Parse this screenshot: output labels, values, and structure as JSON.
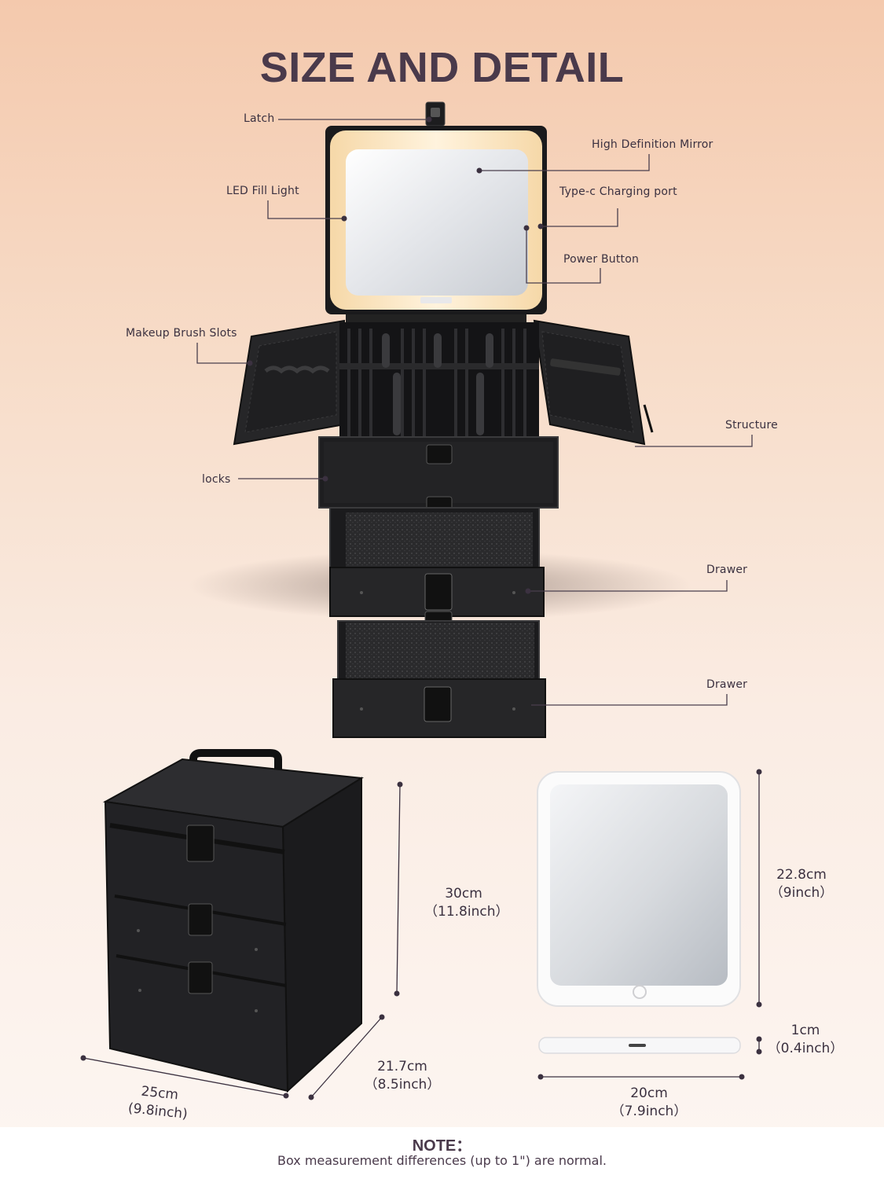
{
  "title": "SIZE AND DETAIL",
  "callouts": {
    "latch": "Latch",
    "hd_mirror": "High Definition Mirror",
    "led_fill_light": "LED Fill Light",
    "type_c": "Type-c Charging port",
    "power_button": "Power Button",
    "brush_slots": "Makeup Brush Slots",
    "structure": "Structure",
    "locks": "locks",
    "drawer_1": "Drawer",
    "drawer_2": "Drawer"
  },
  "dimensions": {
    "case_height_cm": "30cm",
    "case_height_in": "（11.8inch）",
    "case_depth_cm": "21.7cm",
    "case_depth_in": "（8.5inch）",
    "case_width_cm": "25cm",
    "case_width_in": "(9.8inch)",
    "mirror_height_cm": "22.8cm",
    "mirror_height_in": "（9inch）",
    "mirror_thick_cm": "1cm",
    "mirror_thick_in": "（0.4inch）",
    "mirror_width_cm": "20cm",
    "mirror_width_in": "（7.9inch）"
  },
  "note": {
    "title": "NOTE：",
    "text": "Box measurement differences (up to 1\") are normal."
  }
}
